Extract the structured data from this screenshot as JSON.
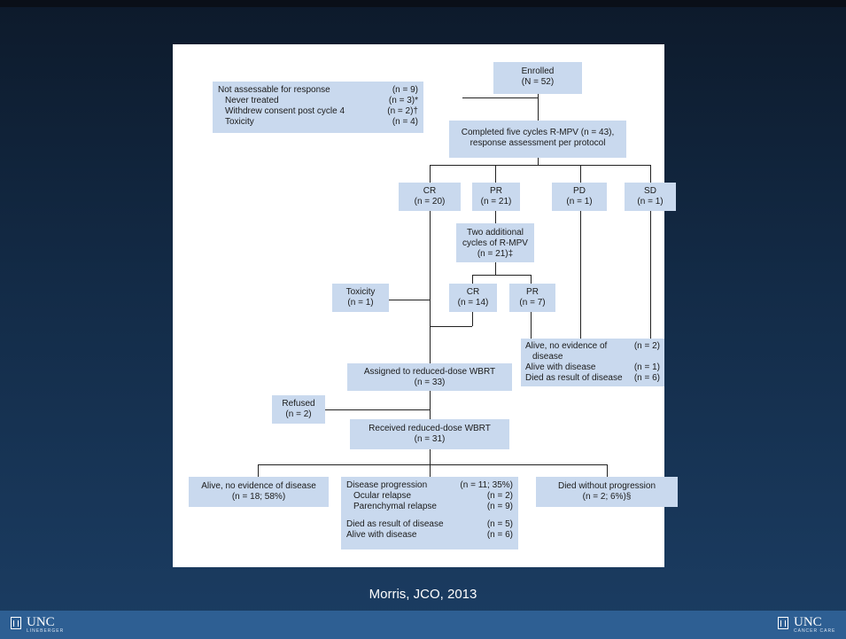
{
  "flowchart": {
    "enrolled": [
      "Enrolled",
      "(N = 52)"
    ],
    "not_assessable": [
      [
        "Not assessable for response",
        "(n = 9)"
      ],
      [
        "Never treated",
        "(n = 3)*"
      ],
      [
        "Withdrew consent post cycle 4",
        "(n = 2)†"
      ],
      [
        "Toxicity",
        "(n = 4)"
      ]
    ],
    "completed": [
      "Completed five cycles R-MPV (n = 43),",
      "response assessment per protocol"
    ],
    "cr": [
      "CR",
      "(n = 20)"
    ],
    "pr": [
      "PR",
      "(n = 21)"
    ],
    "pd": [
      "PD",
      "(n = 1)"
    ],
    "sd": [
      "SD",
      "(n = 1)"
    ],
    "two_cycles": [
      "Two additional",
      "cycles of R-MPV",
      "(n = 21)‡"
    ],
    "toxicity": [
      "Toxicity",
      "(n = 1)"
    ],
    "cr2": [
      "CR",
      "(n = 14)"
    ],
    "pr2": [
      "PR",
      "(n = 7)"
    ],
    "outcome_right": [
      [
        "Alive, no evidence of",
        "(n = 2)"
      ],
      [
        "disease",
        ""
      ],
      [
        "Alive with disease",
        "(n = 1)"
      ],
      [
        "Died as result of disease",
        "(n = 6)"
      ]
    ],
    "assigned": [
      "Assigned to reduced-dose WBRT",
      "(n = 33)"
    ],
    "refused": [
      "Refused",
      "(n = 2)"
    ],
    "received": [
      "Received reduced-dose WBRT",
      "(n = 31)"
    ],
    "alive_ned": [
      "Alive, no evidence of disease",
      "(n = 18; 58%)"
    ],
    "progression": [
      [
        "Disease progression",
        "(n = 11; 35%)"
      ],
      [
        "Ocular relapse",
        "(n = 2)"
      ],
      [
        "Parenchymal relapse",
        "(n = 9)"
      ],
      [
        "",
        ""
      ],
      [
        "Died as result of disease",
        "(n = 5)"
      ],
      [
        "Alive with disease",
        "(n = 6)"
      ]
    ],
    "died_without": [
      "Died without progression",
      "(n = 2; 6%)§"
    ]
  },
  "caption": "Morris, JCO, 2013",
  "footer": {
    "left_logo": {
      "word": "UNC",
      "sub": "LINEBERGER"
    },
    "right_logo": {
      "word": "UNC",
      "sub": "CANCER CARE"
    }
  },
  "colors": {
    "box": "#c9d9ee",
    "footer": "#2e5f93",
    "background": "#132b47"
  }
}
